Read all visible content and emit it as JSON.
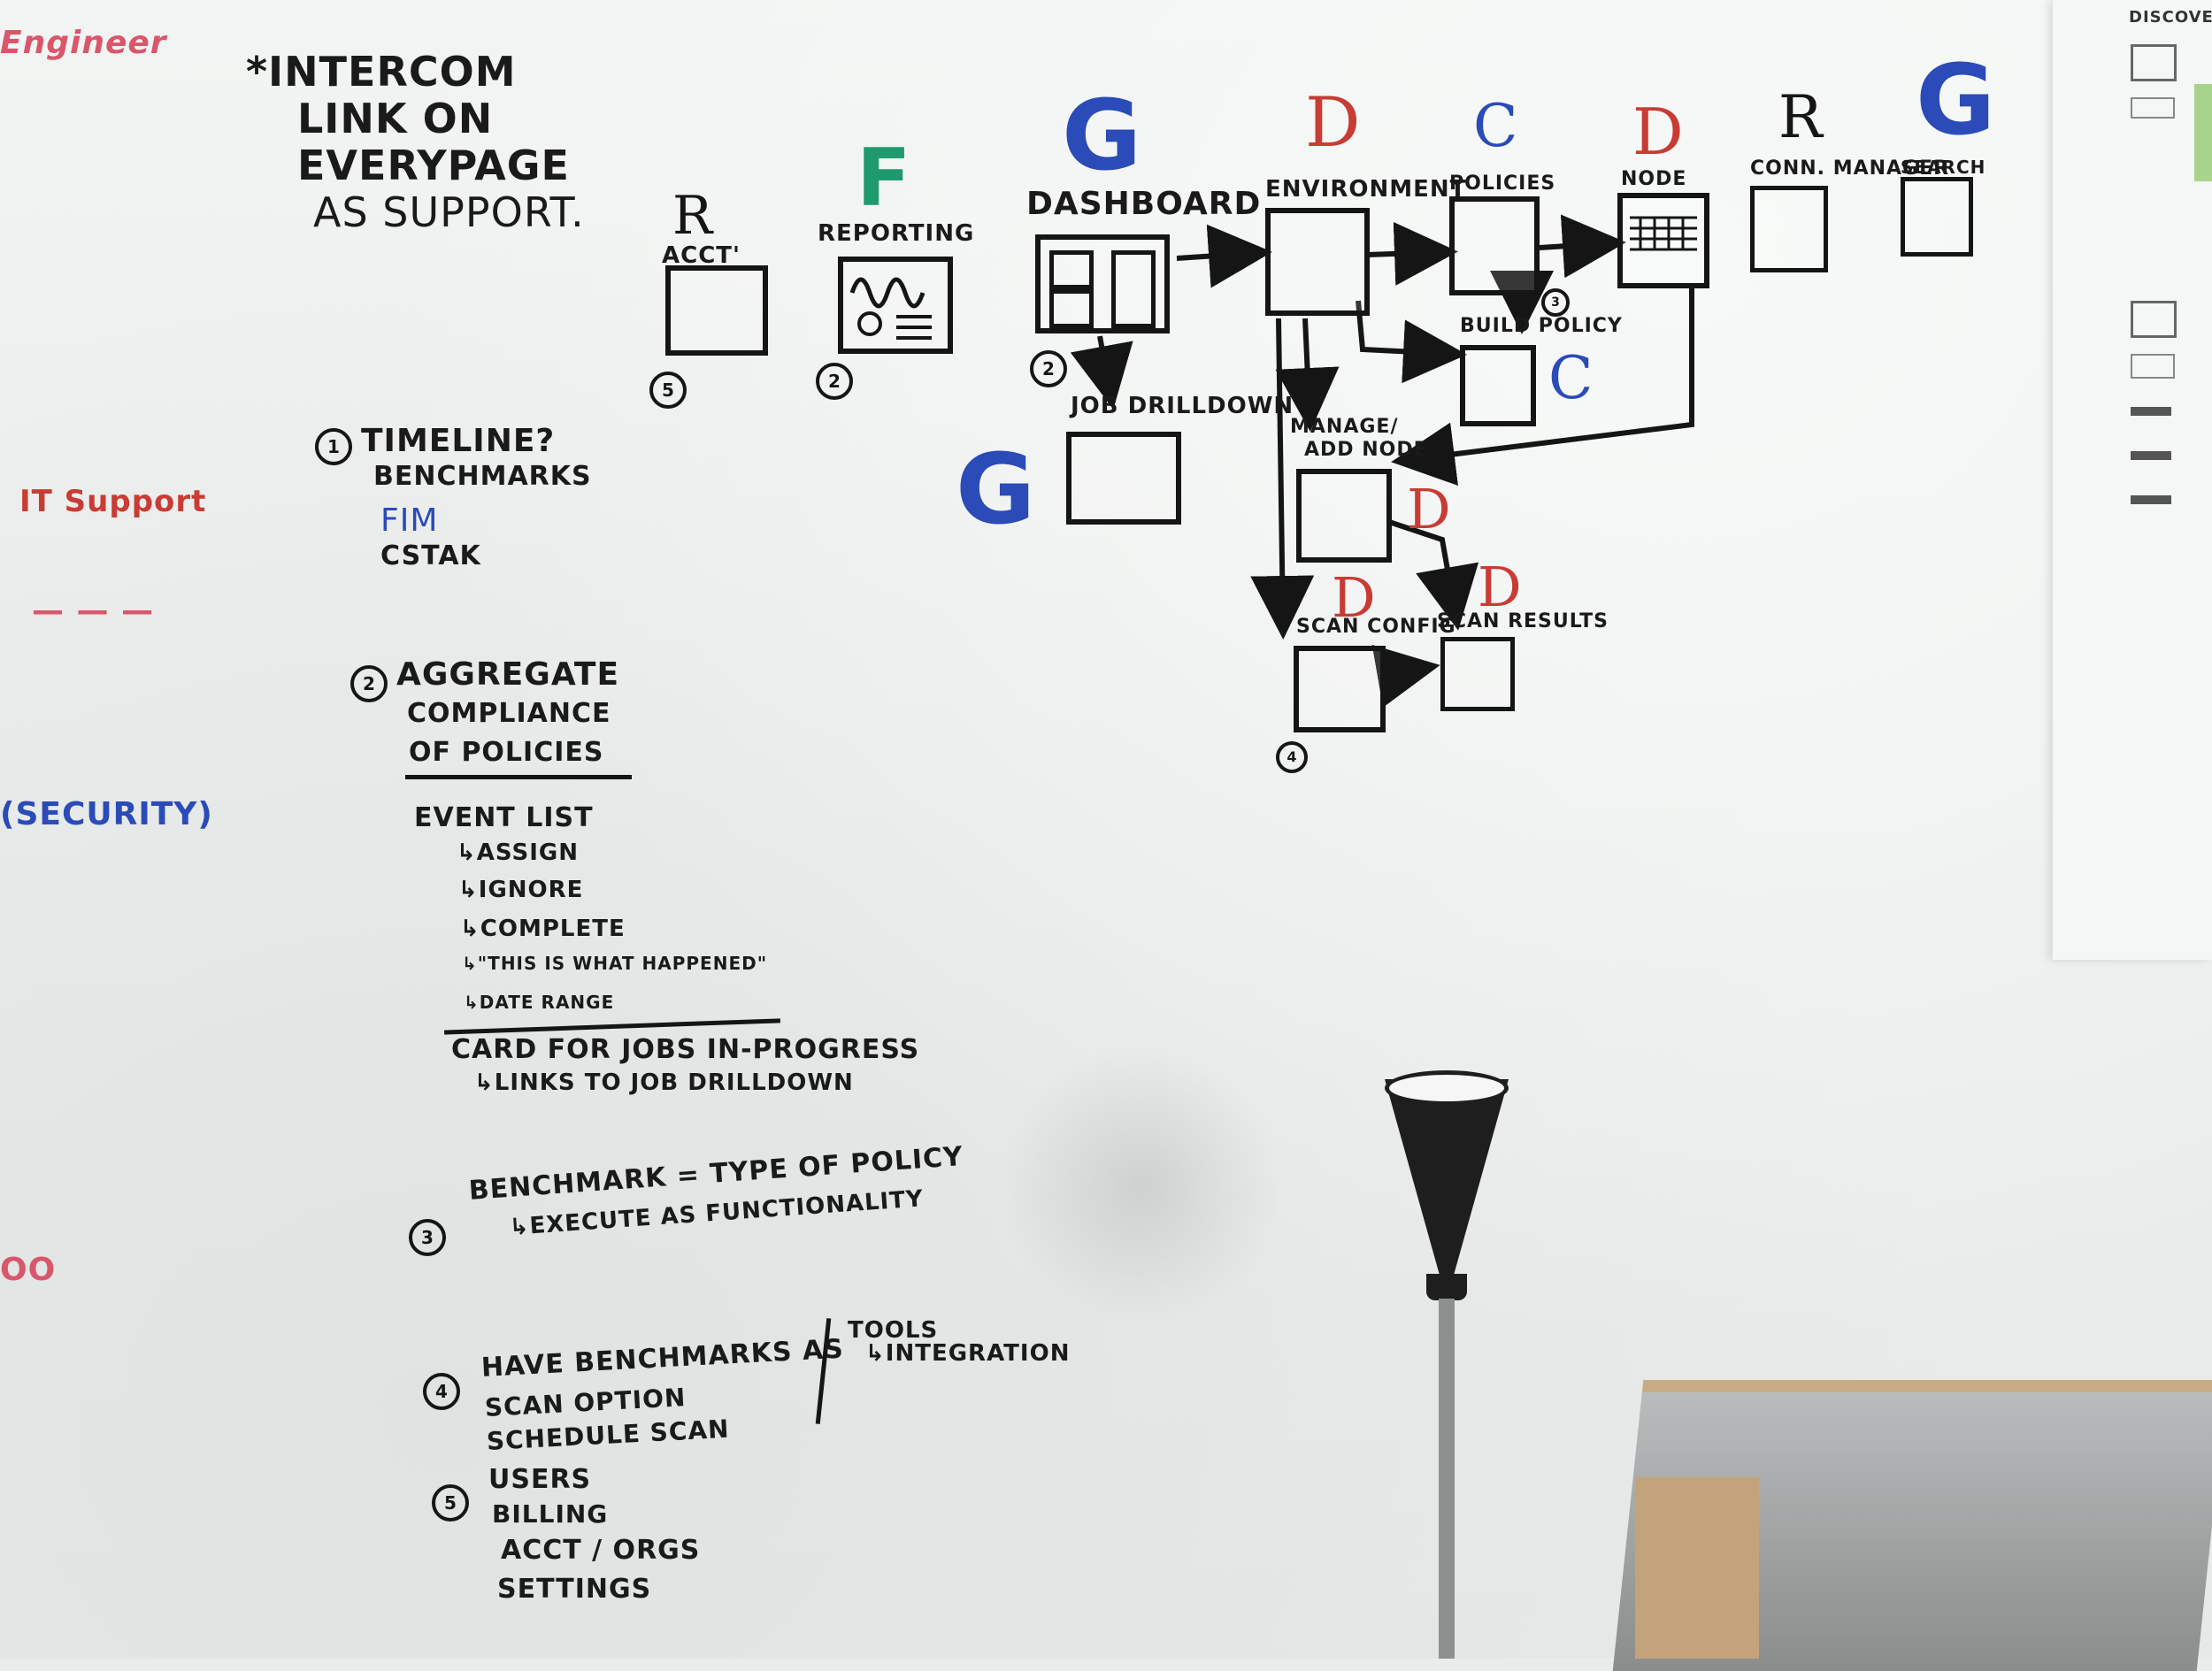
{
  "intercom_note": [
    "*INTERCOM",
    "LINK ON",
    "EVERYPAGE",
    "AS SUPPORT."
  ],
  "left_margin": {
    "engineer": "Engineer",
    "it_support": "IT Support",
    "security": "(SECURITY)",
    "dashes": "— — —",
    "oo": "OO"
  },
  "flow": {
    "acct": {
      "letter": "R",
      "label": "ACCT'",
      "num": "5"
    },
    "reporting": {
      "letter": "F",
      "label": "REPORTING",
      "num": "2"
    },
    "dashboard": {
      "letter": "G",
      "label": "DASHBOARD",
      "num": "2"
    },
    "job_drilldown": {
      "letter": "G",
      "label": "JOB DRILLDOWN"
    },
    "environment": {
      "letter": "D",
      "label": "ENVIRONMENT"
    },
    "policies": {
      "letter": "C",
      "label": "POLICIES",
      "num": "3"
    },
    "build_policy": {
      "letter": "C",
      "label": "BUILD POLICY"
    },
    "node": {
      "letter": "D",
      "label": "NODE"
    },
    "conn_manager": {
      "letter": "R",
      "label": "CONN. MANAGER"
    },
    "search": {
      "letter": "G",
      "label": "SEARCH"
    },
    "manage_node": {
      "letter": "D",
      "label": [
        "MANAGE/",
        "ADD NODE"
      ]
    },
    "scan_config": {
      "letter": "D",
      "label": "SCAN CONFIG",
      "num": "4"
    },
    "scan_results": {
      "letter": "D",
      "label": "SCAN RESULTS"
    }
  },
  "notes": {
    "n1": {
      "num": "1",
      "lines": [
        "TIMELINE?",
        "BENCHMARKS",
        "FIM",
        "CSTAK"
      ]
    },
    "n2": {
      "num": "2",
      "lines": [
        "AGGREGATE",
        "COMPLIANCE",
        "OF POLICIES"
      ]
    },
    "event_list": {
      "title": "EVENT LIST",
      "items": [
        "↳ASSIGN",
        "↳IGNORE",
        "↳COMPLETE",
        "↳\"THIS IS WHAT HAPPENED\"",
        "↳DATE RANGE"
      ]
    },
    "card": [
      "CARD FOR JOBS IN-PROGRESS",
      "↳LINKS TO JOB DRILLDOWN"
    ],
    "n3": {
      "num": "3",
      "lines": [
        "BENCHMARK = TYPE OF POLICY",
        "↳EXECUTE AS FUNCTIONALITY"
      ]
    },
    "n4": {
      "num": "4",
      "lines": [
        "HAVE BENCHMARKS AS",
        "SCAN OPTION",
        "SCHEDULE SCAN"
      ],
      "side": [
        "TOOLS",
        "↳INTEGRATION"
      ]
    },
    "n5": {
      "num": "5",
      "lines": [
        "USERS",
        "BILLING",
        "ACCT / ORGS",
        "SETTINGS"
      ]
    }
  },
  "paper_title": "DISCOVER"
}
